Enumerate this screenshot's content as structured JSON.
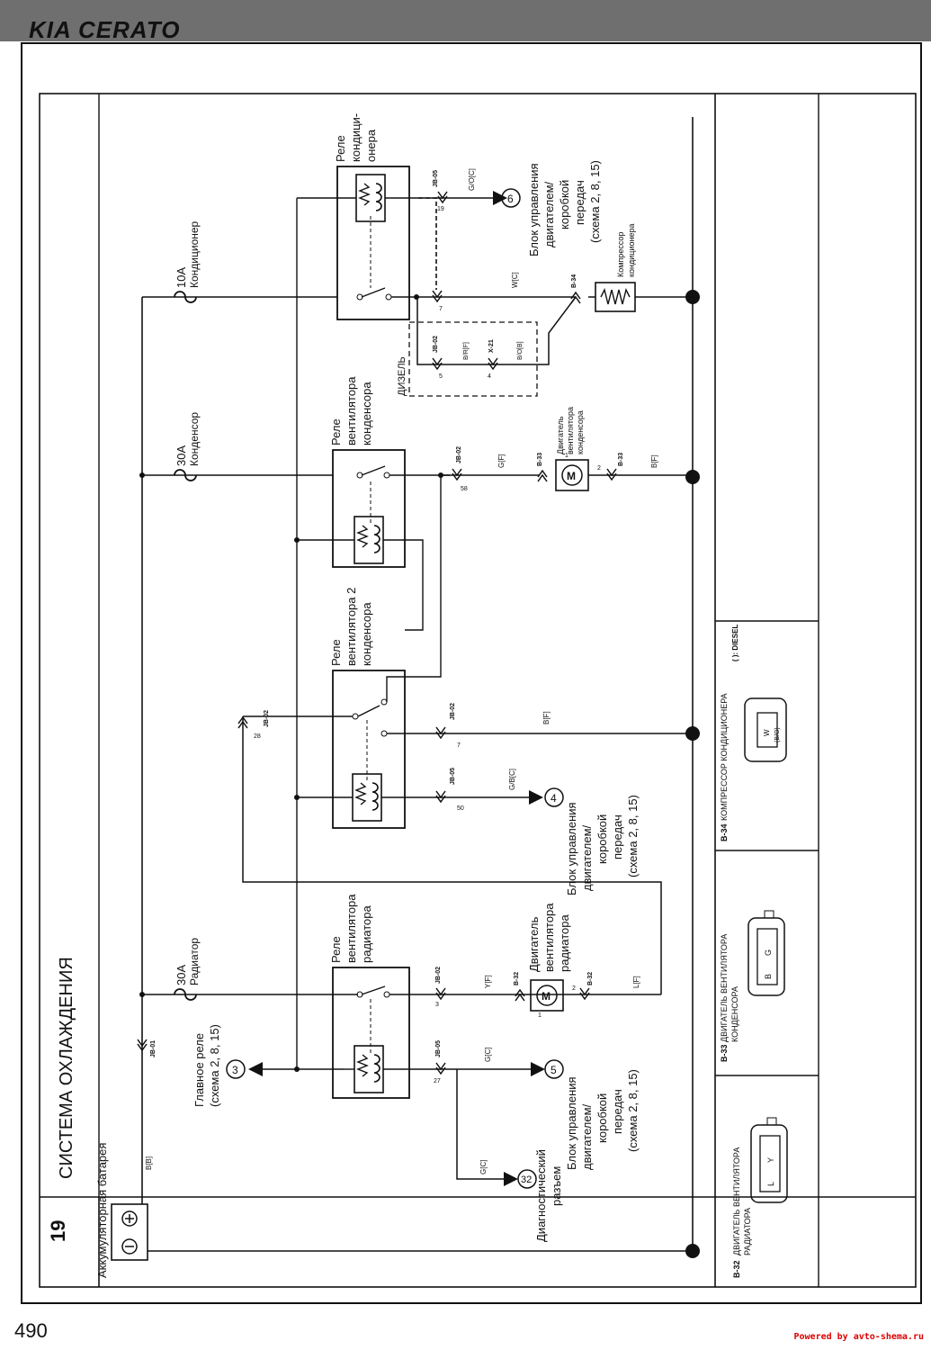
{
  "header": {
    "brand": "KIA CERATO"
  },
  "page": {
    "number": "490",
    "footer": "Powered by avto-shema.ru"
  },
  "diagram": {
    "section_number": "19",
    "title": "СИСТЕМА ОХЛАЖДЕНИЯ",
    "battery_label": "Аккумуляторная батарея",
    "battery_wire": "B[B]",
    "connectors": {
      "jb01": "JB-01",
      "jb02": "JB-02",
      "jb05": "JB-05",
      "x21": "X-21",
      "b32": "B-32",
      "b33": "B-33",
      "b34": "B-34"
    },
    "fuses": [
      {
        "amps": "30A",
        "name": "Радиатор"
      },
      {
        "amps": "30A",
        "name": "Конденсор"
      },
      {
        "amps": "10A",
        "name": "Кондиционер"
      }
    ],
    "relays": {
      "radiator_fan": [
        "Реле",
        "вентилятора",
        "радиатора"
      ],
      "condenser_fan2": [
        "Реле",
        "вентилятора 2",
        "конденсора"
      ],
      "condenser_fan": [
        "Реле",
        "вентилятора",
        "конденсора"
      ],
      "ac": [
        "Реле",
        "кондици-",
        "онера"
      ]
    },
    "motors": {
      "radiator": [
        "Двигатель",
        "вентилятора",
        "радиатора"
      ],
      "condenser": [
        "Двигатель",
        "вентилятора",
        "конденсора"
      ],
      "compressor": [
        "Компрессор",
        "кондиционера"
      ]
    },
    "main_relay": [
      "Главное реле",
      "(схема 2, 8, 15)"
    ],
    "ecu": [
      "Блок управления",
      "двигателем/",
      "коробкой",
      "передач",
      "(схема 2, 8, 15)"
    ],
    "diag": [
      "Диагностический",
      "разъем"
    ],
    "diesel": "ДИЗЕЛЬ",
    "refs": {
      "r3": "3",
      "r4": "4",
      "r5": "5",
      "r6": "6",
      "r32": "32"
    },
    "pins": {
      "p3": "3",
      "p27": "27",
      "p28": "28",
      "p7": "7",
      "p50": "50",
      "p58": "58",
      "p19": "19",
      "p5": "5",
      "p4": "4",
      "p1": "1",
      "p2": "2"
    },
    "wires": {
      "yf": "Y[F]",
      "lf": "L[F]",
      "gc": "G[C]",
      "gbc": "G/B[C]",
      "bf": "B[F]",
      "gf": "G[F]",
      "goc": "G/O[C]",
      "wc": "W[C]",
      "brf": "B/R[F]",
      "bob": "B/O[B]"
    },
    "legend": {
      "b32_id": "B-32",
      "b32": [
        "ДВИГАТЕЛЬ ВЕНТИЛЯТОРА",
        "РАДИАТОРА"
      ],
      "b33_id": "B-33",
      "b33": [
        "ДВИГАТЕЛЬ ВЕНТИЛЯТОРА",
        "КОНДЕНСОРА"
      ],
      "b34_id": "B-34",
      "b34": "КОМПРЕССОР КОНДИЦИОНЕРА",
      "diesel_note": "( ): DIESEL",
      "b32_pins": [
        "L",
        "Y"
      ],
      "b33_pins": [
        "B",
        "G"
      ],
      "b34_pins": [
        "W",
        "(B/O)"
      ]
    }
  }
}
